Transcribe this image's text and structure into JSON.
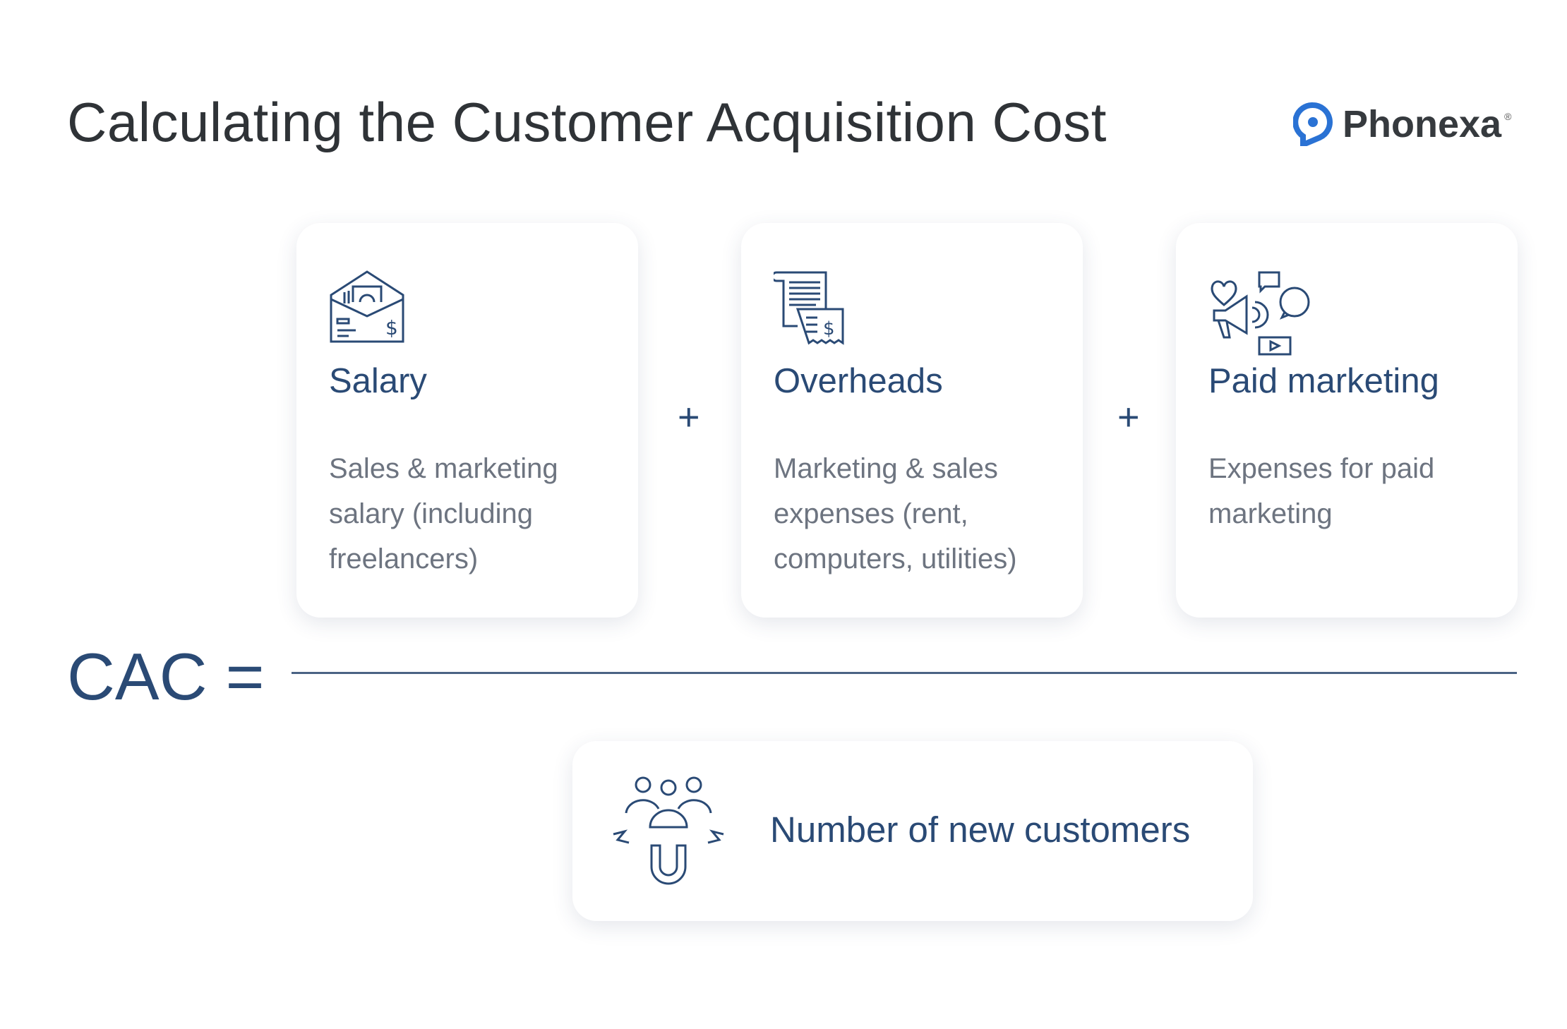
{
  "title": "Calculating the Customer Acquisition Cost",
  "logo": {
    "text": "Phonexa",
    "reg": "®",
    "color": "#2a72d4"
  },
  "numerator": [
    {
      "title": "Salary",
      "description": "Sales & marketing salary (including freelancers)",
      "icon": "envelope-money-icon"
    },
    {
      "title": "Overheads",
      "description": "Marketing & sales expenses (rent, computers, utilities)",
      "icon": "receipt-scroll-icon"
    },
    {
      "title": "Paid marketing",
      "description": "Expenses for paid marketing",
      "icon": "megaphone-social-icon"
    }
  ],
  "operators": [
    "+",
    "+"
  ],
  "formula_label": "CAC =",
  "denominator": {
    "text": "Number of new customers",
    "icon": "customer-magnet-icon"
  },
  "colors": {
    "navy": "#2a4a75",
    "gray": "#6d7480"
  }
}
